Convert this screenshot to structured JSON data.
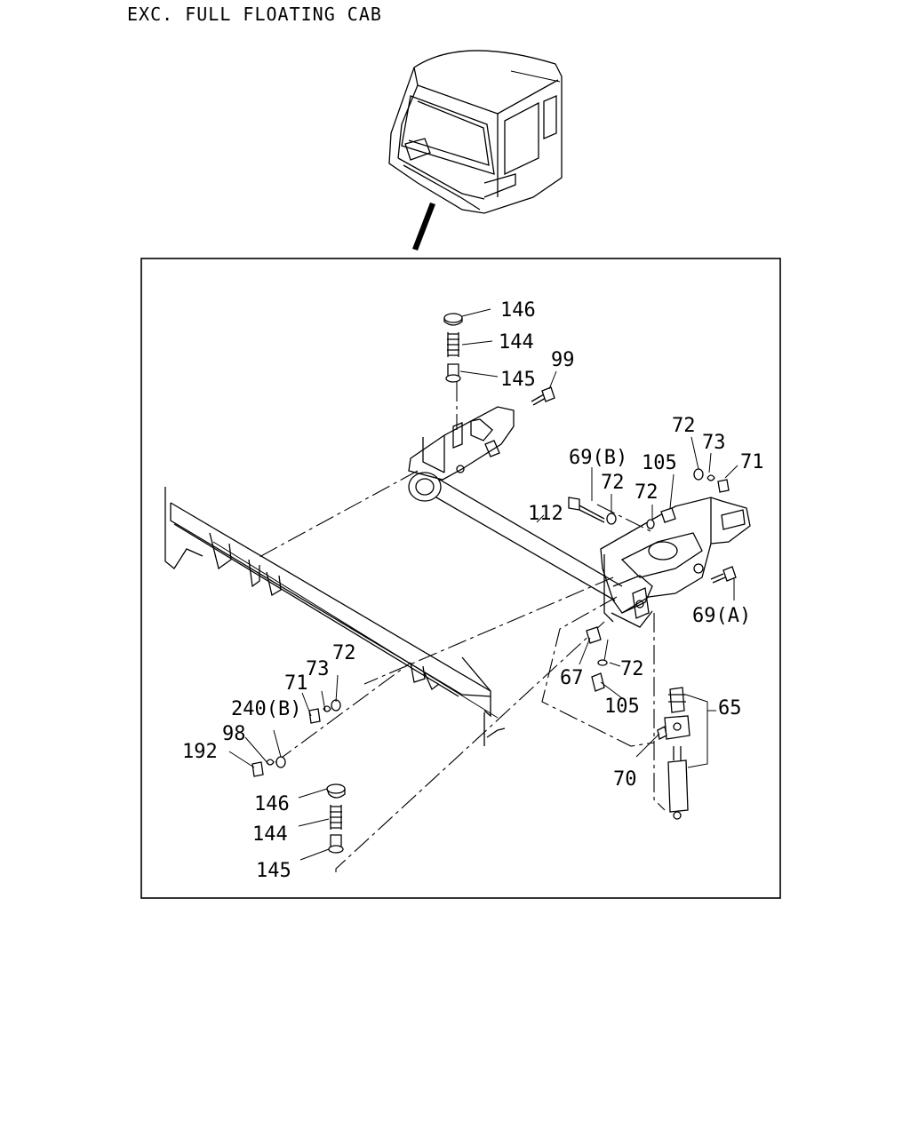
{
  "header": {
    "title": "EXC. FULL FLOATING CAB"
  },
  "callouts": [
    {
      "id": "c146a",
      "text": "146"
    },
    {
      "id": "c144a",
      "text": "144"
    },
    {
      "id": "c145a",
      "text": "145"
    },
    {
      "id": "c99",
      "text": "99"
    },
    {
      "id": "c72a",
      "text": "72"
    },
    {
      "id": "c73a",
      "text": "73"
    },
    {
      "id": "c71a",
      "text": "71"
    },
    {
      "id": "c105a",
      "text": "105"
    },
    {
      "id": "c69b",
      "text": "69(B)"
    },
    {
      "id": "c72b",
      "text": "72"
    },
    {
      "id": "c72c",
      "text": "72"
    },
    {
      "id": "c112",
      "text": "112"
    },
    {
      "id": "c69a",
      "text": "69(A)"
    },
    {
      "id": "c67",
      "text": "67"
    },
    {
      "id": "c72d",
      "text": "72"
    },
    {
      "id": "c105b",
      "text": "105"
    },
    {
      "id": "c65",
      "text": "65"
    },
    {
      "id": "c70",
      "text": "70"
    },
    {
      "id": "c72e",
      "text": "72"
    },
    {
      "id": "c73b",
      "text": "73"
    },
    {
      "id": "c71b",
      "text": "71"
    },
    {
      "id": "c240b",
      "text": "240(B)"
    },
    {
      "id": "c98",
      "text": "98"
    },
    {
      "id": "c192",
      "text": "192"
    },
    {
      "id": "c146b",
      "text": "146"
    },
    {
      "id": "c144b",
      "text": "144"
    },
    {
      "id": "c145b",
      "text": "145"
    }
  ]
}
